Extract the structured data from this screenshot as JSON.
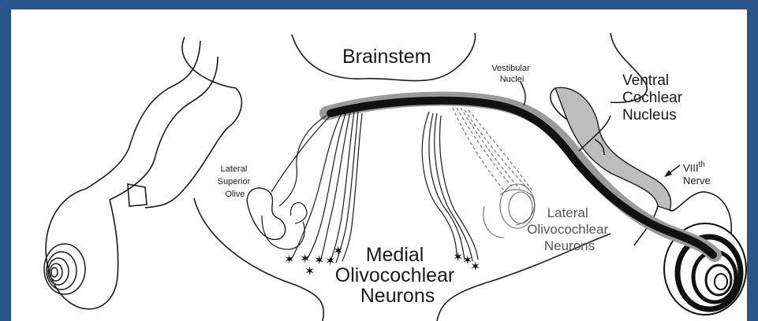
{
  "labels": {
    "brainstem": "Brainstem",
    "vestibular_nuclei": [
      "Vestibular",
      "Nuclei"
    ],
    "ventral_cochlear_nucleus": [
      "Ventral",
      "Cochlear",
      "Nucleus"
    ],
    "viii_nerve": {
      "roman": "VIII",
      "sup": "th",
      "line2": "Nerve"
    },
    "lateral_superior_olive": [
      "Lateral",
      "Superior",
      "Olive"
    ],
    "lateral_olivocochlear": [
      "Lateral",
      "Olivocochlear",
      "Neurons"
    ],
    "medial_olivocochlear": [
      "Medial",
      "Olivocochlear",
      "Neurons"
    ]
  },
  "colors": {
    "frame": "#2a5588",
    "ink": "#1a1a1a",
    "bundle": "#111111",
    "bundle_halo": "#9a9a9a",
    "lateral_text": "#555555"
  }
}
